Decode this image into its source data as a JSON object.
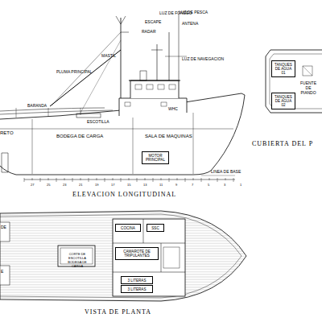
{
  "diagram": {
    "nodes": [
      {
        "text": [
          "MOTOR PRINCIPAL"
        ]
      },
      {
        "text": [
          "TANQUES DE AGUA 01"
        ]
      },
      {
        "text": [
          "TANQUES DE AGUA 02"
        ]
      },
      {
        "text": [
          "COCINA"
        ]
      },
      {
        "text": [
          "SSC"
        ]
      },
      {
        "text": [
          "CAMAROTE DE TRIPULANTES"
        ]
      },
      {
        "text": [
          "3 LITERAS"
        ]
      },
      {
        "text": [
          "3 LITERAS"
        ]
      }
    ],
    "labels": [
      "LUZ DE PESCA",
      "LUZ DE FONDEO",
      "ESCAPE",
      "ANTENA",
      "RADAR",
      "LUZ DE NAVEGACION",
      "MASTIL",
      "PLUMA PRINCIPAL",
      "BARANDA",
      "ESCOTILLA",
      "WHC",
      "RETO",
      "BODEGA DE CARGA",
      "SALA DE MAQUINAS",
      "LINEA DE BASE",
      "ELEVACION LONGITUDINAL",
      "FUENTE DE PIANDO",
      "CUBIERTA DEL P",
      "CORTE DE ESCOTILLA BODEGA DE CARGA",
      "VISTA DE PLANTA",
      "DE",
      "E",
      "27",
      "25",
      "23",
      "21",
      "19",
      "17",
      "15",
      "13",
      "11",
      "9",
      "7",
      "5",
      "3",
      "1"
    ]
  }
}
